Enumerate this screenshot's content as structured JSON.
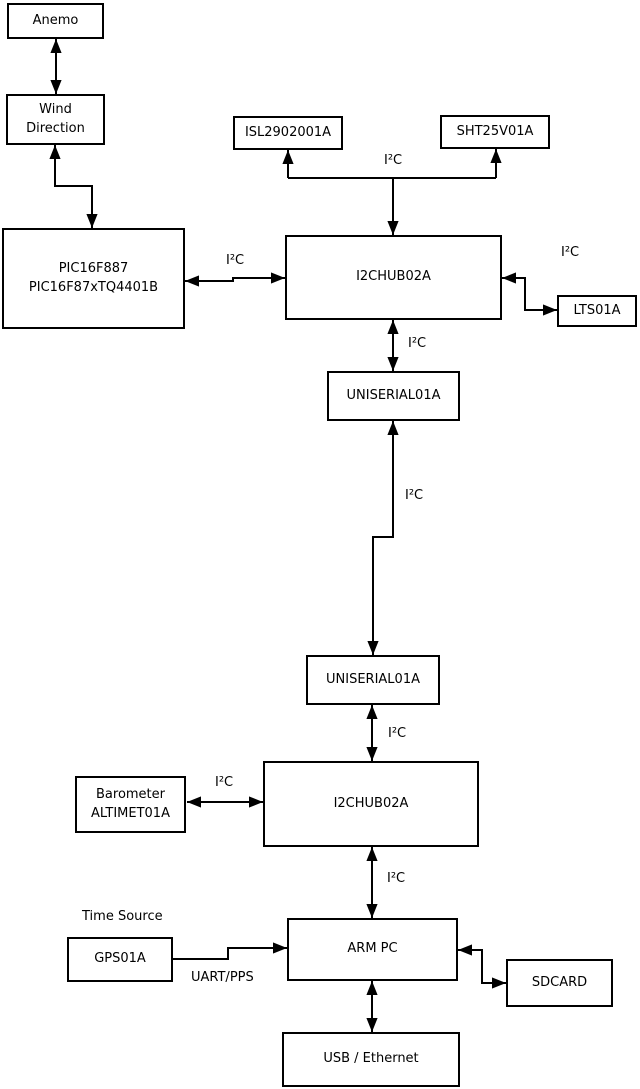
{
  "diagram": {
    "nodes": {
      "anemo": {
        "label": "Anemo"
      },
      "wind_direction": {
        "line1": "Wind",
        "line2": "Direction"
      },
      "pic": {
        "line1": "PIC16F887",
        "line2": "PIC16F87xTQ4401B"
      },
      "isl": {
        "label": "ISL2902001A"
      },
      "sht": {
        "label": "SHT25V01A"
      },
      "i2c_hub_top": {
        "label": "I2CHUB02A"
      },
      "lts": {
        "label": "LTS01A"
      },
      "uniserial_top": {
        "label": "UNISERIAL01A"
      },
      "uniserial_bottom": {
        "label": "UNISERIAL01A"
      },
      "i2c_hub_bottom": {
        "label": "I2CHUB02A"
      },
      "barometer": {
        "line1": "Barometer",
        "line2": "ALTIMET01A"
      },
      "arm_pc": {
        "label": "ARM PC"
      },
      "gps": {
        "label": "GPS01A"
      },
      "sdcard": {
        "label": "SDCARD"
      },
      "usb_ethernet": {
        "label": "USB / Ethernet"
      }
    },
    "edge_labels": {
      "pic_hub": "I²C",
      "hub_sensors": "I²C",
      "hub_lts": "I²C",
      "hub_uniserial": "I²C",
      "uniserial_link": "I²C",
      "uniserial_hub2": "I²C",
      "barometer_hub2": "I²C",
      "hub2_armpc": "I²C",
      "time_source": "Time Source",
      "gps_armpc": "UART/PPS"
    },
    "colors": {
      "line": "#000000",
      "box_fill": "#ffffff",
      "text": "#000000",
      "background": "#ffffff"
    }
  }
}
